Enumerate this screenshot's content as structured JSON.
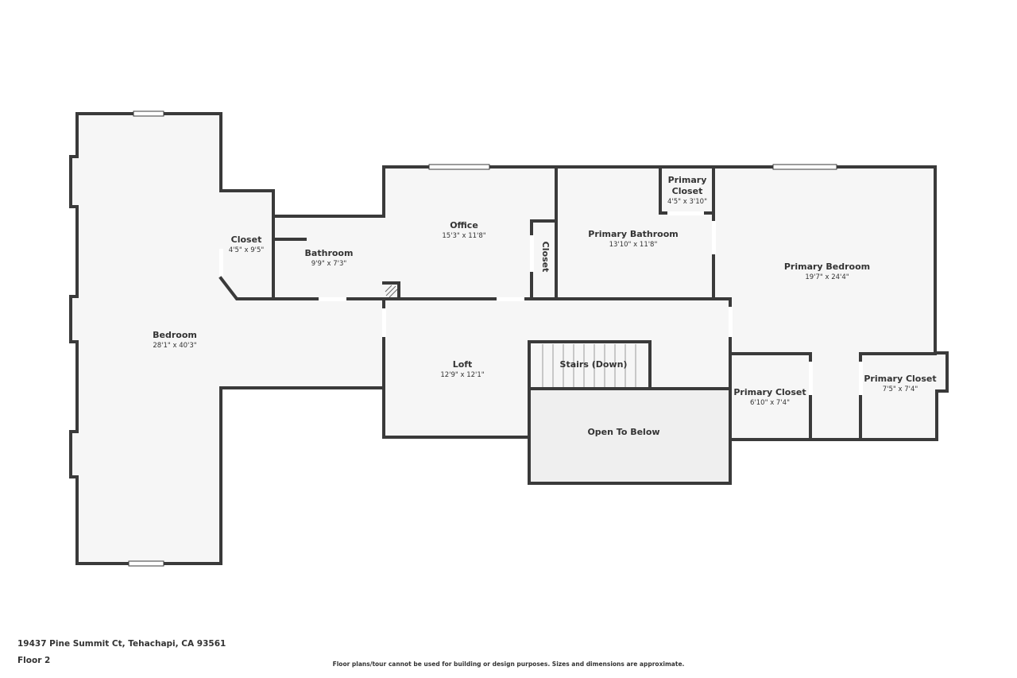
{
  "colors": {
    "wall": "#3a3a3a",
    "floor": "#f6f6f6",
    "open_to_below": "#efefef",
    "window": "#ffffff",
    "text": "#333333"
  },
  "rooms": {
    "bedroom": {
      "name": "Bedroom",
      "dim": "28'1\" x 40'3\""
    },
    "closet_left": {
      "name": "Closet",
      "dim": "4'5\" x 9'5\""
    },
    "bathroom": {
      "name": "Bathroom",
      "dim": "9'9\" x 7'3\""
    },
    "office": {
      "name": "Office",
      "dim": "15'3\" x 11'8\""
    },
    "closet_office": {
      "name": "Closet"
    },
    "primary_bathroom": {
      "name": "Primary Bathroom",
      "dim": "13'10\" x 11'8\""
    },
    "primary_closet_small": {
      "name_line1": "Primary",
      "name_line2": "Closet",
      "dim": "4'5\" x 3'10\""
    },
    "primary_bedroom": {
      "name": "Primary Bedroom",
      "dim": "19'7\" x 24'4\""
    },
    "loft": {
      "name": "Loft",
      "dim": "12'9\" x 12'1\""
    },
    "stairs": {
      "name": "Stairs (Down)"
    },
    "open_to_below": {
      "name": "Open To Below"
    },
    "primary_closet_mid": {
      "name": "Primary Closet",
      "dim": "6'10\" x 7'4\""
    },
    "primary_closet_right": {
      "name": "Primary Closet",
      "dim": "7'5\" x 7'4\""
    }
  },
  "footer": {
    "address": "19437 Pine Summit Ct, Tehachapi, CA 93561",
    "floor": "Floor 2",
    "disclaimer": "Floor plans/tour cannot be used for building or design purposes. Sizes and dimensions are approximate."
  }
}
